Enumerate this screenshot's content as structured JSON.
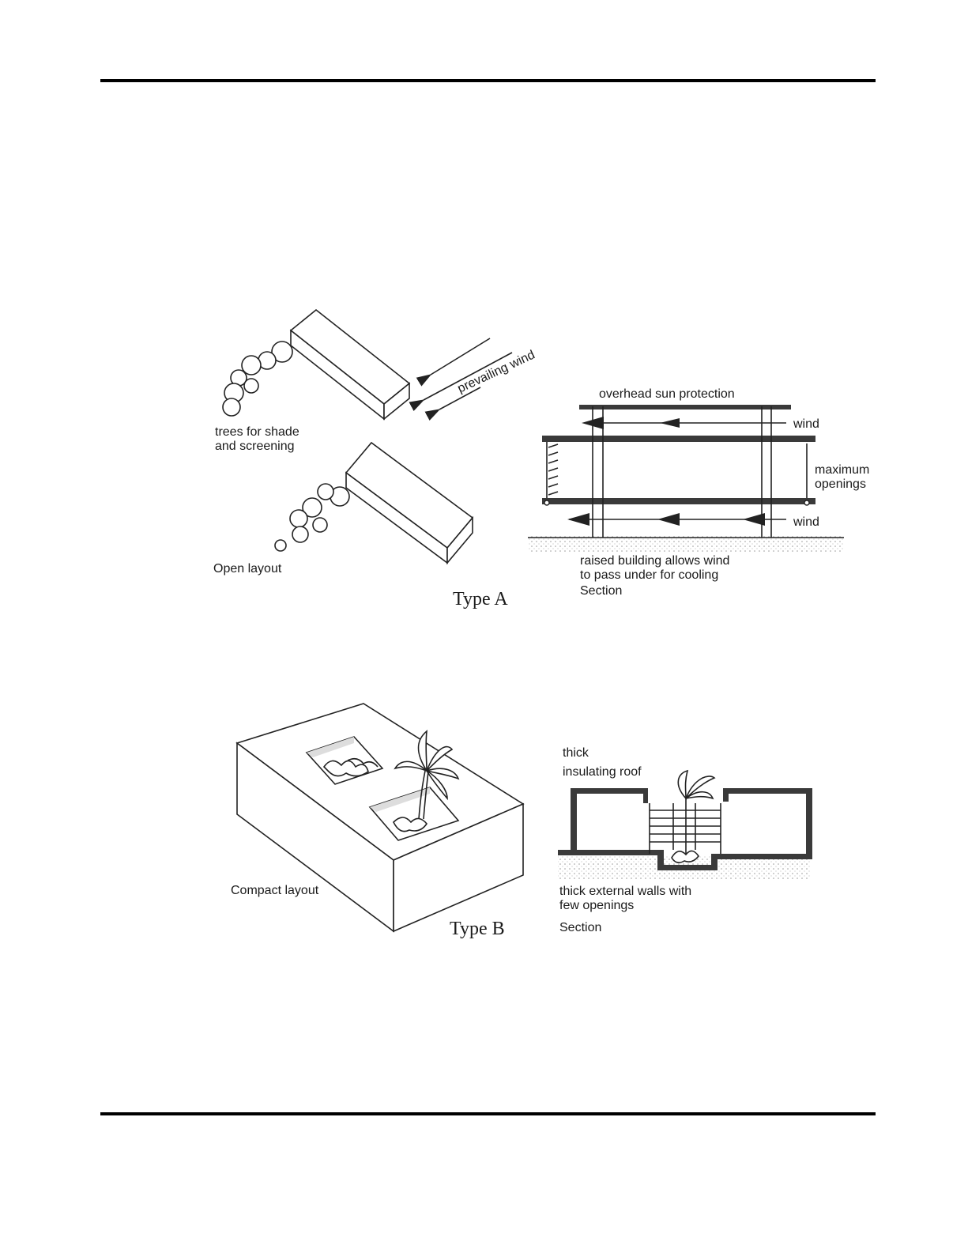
{
  "type_a": {
    "caption": "Type A",
    "plan": {
      "label_trees": [
        "trees for shade",
        "and screening"
      ],
      "label_wind": "prevailing wind",
      "label_layout": "Open layout"
    },
    "section": {
      "label_sun": "overhead sun protection",
      "label_wind_top": "wind",
      "label_wind_bottom": "wind",
      "label_openings": [
        "maximum",
        "openings"
      ],
      "label_raised": [
        "raised building allows wind",
        "to pass under for cooling"
      ],
      "label_section": "Section"
    }
  },
  "type_b": {
    "caption": "Type B",
    "plan": {
      "label_layout": "Compact layout"
    },
    "section": {
      "label_roof": [
        "thick",
        "insulating roof"
      ],
      "label_walls": [
        "thick external walls with",
        "few openings"
      ],
      "label_section": "Section"
    }
  },
  "colors": {
    "ink": "#1a1a1a",
    "rule": "#000000",
    "slab": "#3a3a3a"
  }
}
